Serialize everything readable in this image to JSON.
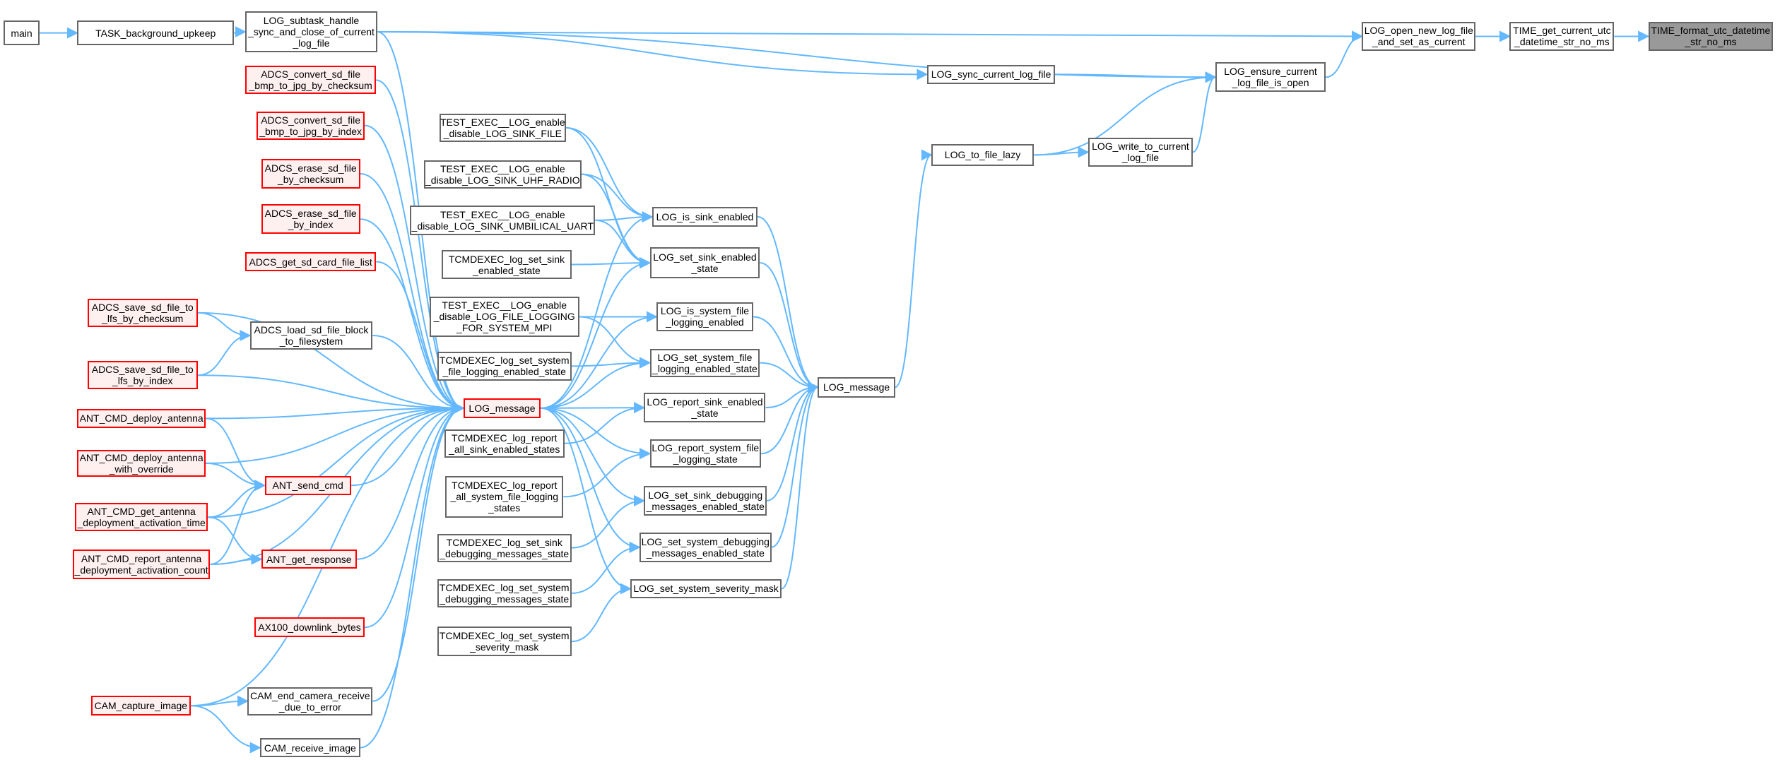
{
  "graph_title": "",
  "colors": {
    "edge": "#63b8ff",
    "node_border": "#666666",
    "red_border": "#ff0000",
    "red_fill": "#fff0f0",
    "highlight_fill": "#999999"
  },
  "nodes": [
    {
      "id": "main",
      "lines": [
        "main"
      ],
      "kind": "normal"
    },
    {
      "id": "task_bg",
      "lines": [
        "TASK_background_upkeep"
      ],
      "kind": "normal"
    },
    {
      "id": "log_subtask",
      "lines": [
        "LOG_subtask_handle",
        "_sync_and_close_of_current",
        "_log_file"
      ],
      "kind": "normal"
    },
    {
      "id": "adcs_conv_ck",
      "lines": [
        "ADCS_convert_sd_file",
        "_bmp_to_jpg_by_checksum"
      ],
      "kind": "red"
    },
    {
      "id": "adcs_conv_ix",
      "lines": [
        "ADCS_convert_sd_file",
        "_bmp_to_jpg_by_index"
      ],
      "kind": "red"
    },
    {
      "id": "adcs_erase_ck",
      "lines": [
        "ADCS_erase_sd_file",
        "_by_checksum"
      ],
      "kind": "red"
    },
    {
      "id": "adcs_erase_ix",
      "lines": [
        "ADCS_erase_sd_file",
        "_by_index"
      ],
      "kind": "red"
    },
    {
      "id": "adcs_get_list",
      "lines": [
        "ADCS_get_sd_card_file_list"
      ],
      "kind": "red"
    },
    {
      "id": "adcs_save_ck",
      "lines": [
        "ADCS_save_sd_file_to",
        "_lfs_by_checksum"
      ],
      "kind": "red"
    },
    {
      "id": "adcs_load",
      "lines": [
        "ADCS_load_sd_file_block",
        "_to_filesystem"
      ],
      "kind": "normal"
    },
    {
      "id": "adcs_save_ix",
      "lines": [
        "ADCS_save_sd_file_to",
        "_lfs_by_index"
      ],
      "kind": "red"
    },
    {
      "id": "ant_deploy",
      "lines": [
        "ANT_CMD_deploy_antenna"
      ],
      "kind": "red"
    },
    {
      "id": "ant_deploy_ovr",
      "lines": [
        "ANT_CMD_deploy_antenna",
        "_with_override"
      ],
      "kind": "red"
    },
    {
      "id": "ant_send",
      "lines": [
        "ANT_send_cmd"
      ],
      "kind": "red"
    },
    {
      "id": "ant_get_time",
      "lines": [
        "ANT_CMD_get_antenna",
        "_deployment_activation_time"
      ],
      "kind": "red"
    },
    {
      "id": "ant_report",
      "lines": [
        "ANT_CMD_report_antenna",
        "_deployment_activation_count"
      ],
      "kind": "red"
    },
    {
      "id": "ant_get_resp",
      "lines": [
        "ANT_get_response"
      ],
      "kind": "red"
    },
    {
      "id": "ax100",
      "lines": [
        "AX100_downlink_bytes"
      ],
      "kind": "red"
    },
    {
      "id": "cam_capture",
      "lines": [
        "CAM_capture_image"
      ],
      "kind": "red"
    },
    {
      "id": "cam_end",
      "lines": [
        "CAM_end_camera_receive",
        "_due_to_error"
      ],
      "kind": "normal"
    },
    {
      "id": "cam_receive",
      "lines": [
        "CAM_receive_image"
      ],
      "kind": "normal"
    },
    {
      "id": "log_message_red",
      "lines": [
        "LOG_message"
      ],
      "kind": "red"
    },
    {
      "id": "te_sink_file",
      "lines": [
        "TEST_EXEC__LOG_enable",
        "_disable_LOG_SINK_FILE"
      ],
      "kind": "normal"
    },
    {
      "id": "te_sink_uhf",
      "lines": [
        "TEST_EXEC__LOG_enable",
        "_disable_LOG_SINK_UHF_RADIO"
      ],
      "kind": "normal"
    },
    {
      "id": "te_sink_umb",
      "lines": [
        "TEST_EXEC__LOG_enable",
        "_disable_LOG_SINK_UMBILICAL_UART"
      ],
      "kind": "normal"
    },
    {
      "id": "tc_set_sink_en",
      "lines": [
        "TCMDEXEC_log_set_sink",
        "_enabled_state"
      ],
      "kind": "normal"
    },
    {
      "id": "te_file_mpi",
      "lines": [
        "TEST_EXEC__LOG_enable",
        "_disable_LOG_FILE_LOGGING",
        "_FOR_SYSTEM_MPI"
      ],
      "kind": "normal"
    },
    {
      "id": "tc_set_sys_file",
      "lines": [
        "TCMDEXEC_log_set_system",
        "_file_logging_enabled_state"
      ],
      "kind": "normal"
    },
    {
      "id": "tc_report_sink",
      "lines": [
        "TCMDEXEC_log_report",
        "_all_sink_enabled_states"
      ],
      "kind": "normal"
    },
    {
      "id": "tc_report_sys",
      "lines": [
        "TCMDEXEC_log_report",
        "_all_system_file_logging",
        "_states"
      ],
      "kind": "normal"
    },
    {
      "id": "tc_set_sink_dbg",
      "lines": [
        "TCMDEXEC_log_set_sink",
        "_debugging_messages_state"
      ],
      "kind": "normal"
    },
    {
      "id": "tc_set_sys_dbg",
      "lines": [
        "TCMDEXEC_log_set_system",
        "_debugging_messages_state"
      ],
      "kind": "normal"
    },
    {
      "id": "tc_set_sys_sev",
      "lines": [
        "TCMDEXEC_log_set_system",
        "_severity_mask"
      ],
      "kind": "normal"
    },
    {
      "id": "log_is_sink",
      "lines": [
        "LOG_is_sink_enabled"
      ],
      "kind": "normal"
    },
    {
      "id": "log_set_sink",
      "lines": [
        "LOG_set_sink_enabled",
        "_state"
      ],
      "kind": "normal"
    },
    {
      "id": "log_is_sys_file",
      "lines": [
        "LOG_is_system_file",
        "_logging_enabled"
      ],
      "kind": "normal"
    },
    {
      "id": "log_set_sys_file",
      "lines": [
        "LOG_set_system_file",
        "_logging_enabled_state"
      ],
      "kind": "normal"
    },
    {
      "id": "log_report_sink",
      "lines": [
        "LOG_report_sink_enabled",
        "_state"
      ],
      "kind": "normal"
    },
    {
      "id": "log_report_sys",
      "lines": [
        "LOG_report_system_file",
        "_logging_state"
      ],
      "kind": "normal"
    },
    {
      "id": "log_set_sink_dbg",
      "lines": [
        "LOG_set_sink_debugging",
        "_messages_enabled_state"
      ],
      "kind": "normal"
    },
    {
      "id": "log_set_sys_dbg",
      "lines": [
        "LOG_set_system_debugging",
        "_messages_enabled_state"
      ],
      "kind": "normal"
    },
    {
      "id": "log_set_sev",
      "lines": [
        "LOG_set_system_severity_mask"
      ],
      "kind": "normal"
    },
    {
      "id": "log_message",
      "lines": [
        "LOG_message"
      ],
      "kind": "normal"
    },
    {
      "id": "log_to_file_lazy",
      "lines": [
        "LOG_to_file_lazy"
      ],
      "kind": "normal"
    },
    {
      "id": "log_write",
      "lines": [
        "LOG_write_to_current",
        "_log_file"
      ],
      "kind": "normal"
    },
    {
      "id": "log_sync",
      "lines": [
        "LOG_sync_current_log_file"
      ],
      "kind": "normal"
    },
    {
      "id": "log_ensure",
      "lines": [
        "LOG_ensure_current",
        "_log_file_is_open"
      ],
      "kind": "normal"
    },
    {
      "id": "log_open_new",
      "lines": [
        "LOG_open_new_log_file",
        "_and_set_as_current"
      ],
      "kind": "normal"
    },
    {
      "id": "time_get",
      "lines": [
        "TIME_get_current_utc",
        "_datetime_str_no_ms"
      ],
      "kind": "normal"
    },
    {
      "id": "time_format",
      "lines": [
        "TIME_format_utc_datetime",
        "_str_no_ms"
      ],
      "kind": "highlight"
    }
  ],
  "edges": [
    [
      "main",
      "task_bg"
    ],
    [
      "task_bg",
      "log_subtask"
    ],
    [
      "log_subtask",
      "log_open_new"
    ],
    [
      "log_subtask",
      "log_ensure"
    ],
    [
      "log_subtask",
      "log_sync"
    ],
    [
      "log_subtask",
      "log_message_red"
    ],
    [
      "log_sync",
      "log_ensure"
    ],
    [
      "log_ensure",
      "log_open_new"
    ],
    [
      "log_open_new",
      "time_get"
    ],
    [
      "time_get",
      "time_format"
    ],
    [
      "log_to_file_lazy",
      "log_ensure"
    ],
    [
      "log_to_file_lazy",
      "log_write"
    ],
    [
      "log_write",
      "log_ensure"
    ],
    [
      "log_message",
      "log_to_file_lazy"
    ],
    [
      "adcs_conv_ck",
      "log_message_red"
    ],
    [
      "adcs_conv_ix",
      "log_message_red"
    ],
    [
      "adcs_erase_ck",
      "log_message_red"
    ],
    [
      "adcs_erase_ix",
      "log_message_red"
    ],
    [
      "adcs_get_list",
      "log_message_red"
    ],
    [
      "adcs_save_ck",
      "adcs_load"
    ],
    [
      "adcs_save_ix",
      "adcs_load"
    ],
    [
      "adcs_save_ck",
      "log_message_red"
    ],
    [
      "adcs_save_ix",
      "log_message_red"
    ],
    [
      "adcs_load",
      "log_message_red"
    ],
    [
      "ant_deploy",
      "ant_send"
    ],
    [
      "ant_deploy",
      "log_message_red"
    ],
    [
      "ant_deploy_ovr",
      "ant_send"
    ],
    [
      "ant_deploy_ovr",
      "log_message_red"
    ],
    [
      "ant_get_time",
      "ant_send"
    ],
    [
      "ant_get_time",
      "ant_get_resp"
    ],
    [
      "ant_get_time",
      "log_message_red"
    ],
    [
      "ant_report",
      "ant_send"
    ],
    [
      "ant_report",
      "ant_get_resp"
    ],
    [
      "ant_report",
      "log_message_red"
    ],
    [
      "ant_send",
      "log_message_red"
    ],
    [
      "ant_get_resp",
      "log_message_red"
    ],
    [
      "ax100",
      "log_message_red"
    ],
    [
      "cam_capture",
      "cam_end"
    ],
    [
      "cam_capture",
      "cam_receive"
    ],
    [
      "cam_capture",
      "log_message_red"
    ],
    [
      "cam_end",
      "log_message_red"
    ],
    [
      "cam_receive",
      "log_message_red"
    ],
    [
      "te_sink_file",
      "log_is_sink"
    ],
    [
      "te_sink_file",
      "log_set_sink"
    ],
    [
      "te_sink_uhf",
      "log_is_sink"
    ],
    [
      "te_sink_uhf",
      "log_set_sink"
    ],
    [
      "te_sink_umb",
      "log_is_sink"
    ],
    [
      "te_sink_umb",
      "log_set_sink"
    ],
    [
      "tc_set_sink_en",
      "log_set_sink"
    ],
    [
      "te_file_mpi",
      "log_is_sys_file"
    ],
    [
      "te_file_mpi",
      "log_set_sys_file"
    ],
    [
      "tc_set_sys_file",
      "log_set_sys_file"
    ],
    [
      "tc_report_sink",
      "log_report_sink"
    ],
    [
      "tc_report_sys",
      "log_report_sys"
    ],
    [
      "tc_set_sink_dbg",
      "log_set_sink_dbg"
    ],
    [
      "tc_set_sys_dbg",
      "log_set_sys_dbg"
    ],
    [
      "tc_set_sys_sev",
      "log_set_sev"
    ],
    [
      "log_message_red",
      "log_is_sink"
    ],
    [
      "log_message_red",
      "log_set_sink"
    ],
    [
      "log_message_red",
      "log_is_sys_file"
    ],
    [
      "log_message_red",
      "log_set_sys_file"
    ],
    [
      "log_message_red",
      "log_report_sink"
    ],
    [
      "log_message_red",
      "log_report_sys"
    ],
    [
      "log_message_red",
      "log_set_sink_dbg"
    ],
    [
      "log_message_red",
      "log_set_sys_dbg"
    ],
    [
      "log_message_red",
      "log_set_sev"
    ],
    [
      "log_is_sink",
      "log_message"
    ],
    [
      "log_set_sink",
      "log_message"
    ],
    [
      "log_is_sys_file",
      "log_message"
    ],
    [
      "log_set_sys_file",
      "log_message"
    ],
    [
      "log_report_sink",
      "log_message"
    ],
    [
      "log_report_sys",
      "log_message"
    ],
    [
      "log_set_sink_dbg",
      "log_message"
    ],
    [
      "log_set_sys_dbg",
      "log_message"
    ],
    [
      "log_set_sev",
      "log_message"
    ]
  ]
}
